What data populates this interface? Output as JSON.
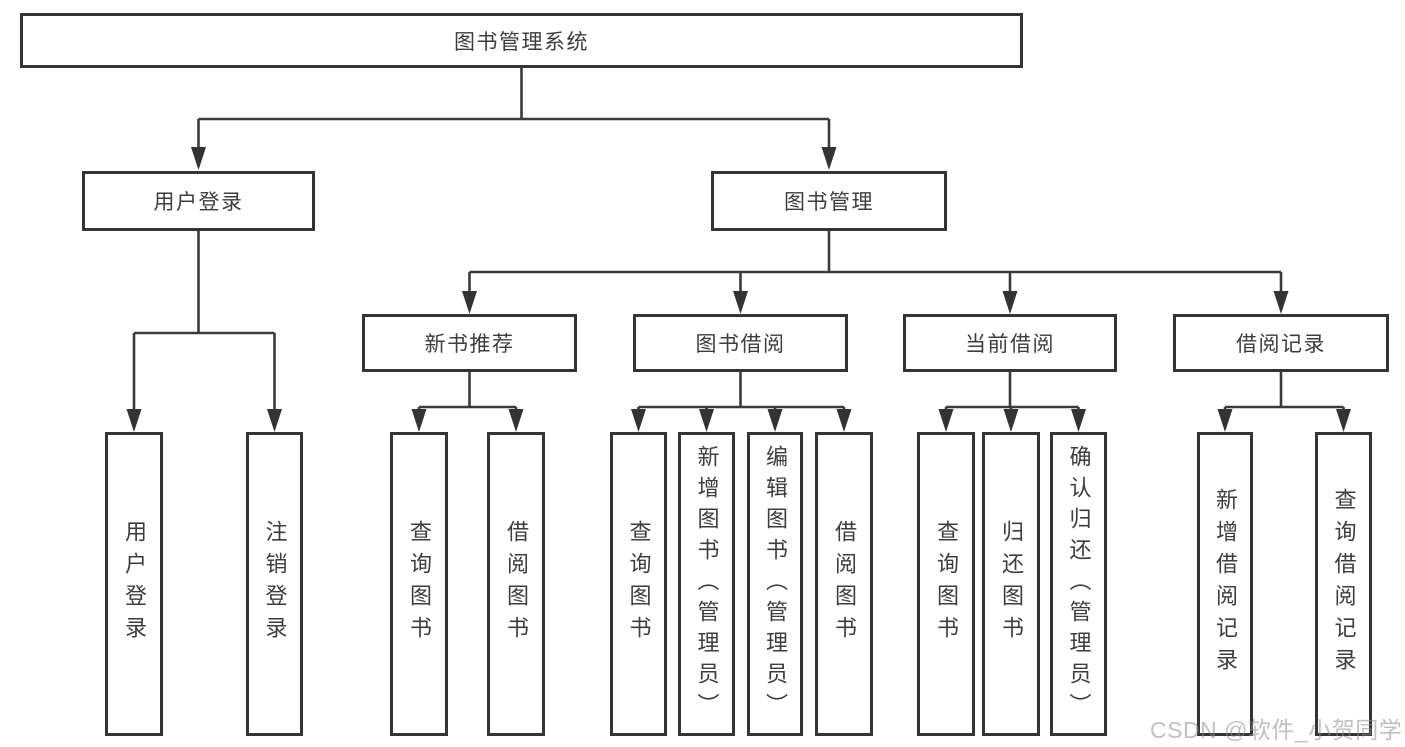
{
  "tree": {
    "label": "图书管理系统",
    "children": [
      {
        "label": "用户登录",
        "children": [
          {
            "label": "用户登录"
          },
          {
            "label": "注销登录"
          }
        ]
      },
      {
        "label": "图书管理",
        "children": [
          {
            "label": "新书推荐",
            "children": [
              {
                "label": "查询图书"
              },
              {
                "label": "借阅图书"
              }
            ]
          },
          {
            "label": "图书借阅",
            "children": [
              {
                "label": "查询图书"
              },
              {
                "label": "新增图书（管理员）"
              },
              {
                "label": "编辑图书（管理员）"
              },
              {
                "label": "借阅图书"
              }
            ]
          },
          {
            "label": "当前借阅",
            "children": [
              {
                "label": "查询图书"
              },
              {
                "label": "归还图书"
              },
              {
                "label": "确认归还（管理员）"
              }
            ]
          },
          {
            "label": "借阅记录",
            "children": [
              {
                "label": "新增借阅记录"
              },
              {
                "label": "查询借阅记录"
              }
            ]
          }
        ]
      }
    ]
  },
  "watermark": {
    "text": "CSDN @软件_小贺同学"
  },
  "colors": {
    "background": "#ffffff",
    "box_border": "#343434",
    "text": "#3d3d3d",
    "connector": "#3b3b3b",
    "arrowhead": "#333333",
    "watermark": "#8c8c8c"
  }
}
